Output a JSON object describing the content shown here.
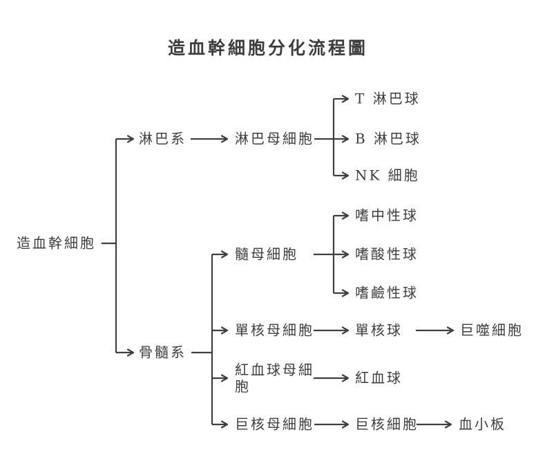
{
  "title": "造血幹細胞分化流程圖",
  "nodes": {
    "hsc": "造血幹細胞",
    "lymphoid": "淋巴系",
    "lymphoblast": "淋巴母細胞",
    "t_cell": "T 淋巴球",
    "b_cell": "B 淋巴球",
    "nk_cell": "NK 細胞",
    "myeloid": "骨髓系",
    "myeloblast": "髓母細胞",
    "neutrophil": "嗜中性球",
    "eosinophil": "嗜酸性球",
    "basophil": "嗜鹼性球",
    "monoblast": "單核母細胞",
    "monocyte": "單核球",
    "macrophage": "巨噬細胞",
    "erythroblast": "紅血球母細胞",
    "rbc": "紅血球",
    "megakaryoblast": "巨核母細胞",
    "megakaryocyte": "巨核細胞",
    "platelet": "血小板"
  },
  "colors": {
    "line": "#3f3f3f",
    "text": "#3d3d3d",
    "background": "#ffffff"
  }
}
